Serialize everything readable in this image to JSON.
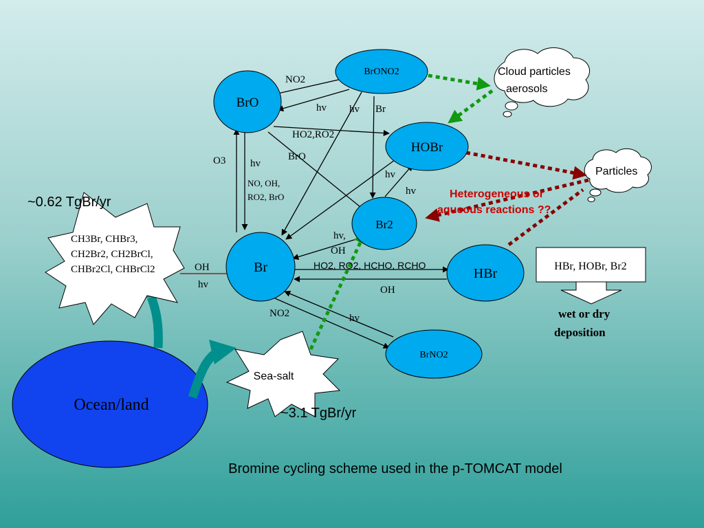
{
  "nodes": {
    "bro": "BrO",
    "brono2": "BrONO2",
    "hobr": "HOBr",
    "br2": "Br2",
    "br": "Br",
    "hbr": "HBr",
    "brno2": "BrNO2",
    "ocean": "Ocean/land",
    "seasalt": "Sea-salt",
    "organics": [
      "CH3Br, CHBr3,",
      "CH2Br2, CH2BrCl,",
      "CHBr2Cl, CHBrCl2"
    ]
  },
  "clouds": {
    "cloud_particles": [
      "Cloud particles",
      "aerosols"
    ],
    "particles": "Particles"
  },
  "labels": {
    "no2_top": "NO2",
    "hv_bro_back": "hv",
    "hv_brono2": "hv",
    "br_brono2": "Br",
    "ho2ro2": "HO2,RO2",
    "bro_react": "BrO",
    "o3": "O3",
    "hv_bro_br": "hv",
    "no_oh_list": [
      "NO, OH,",
      "RO2, BrO"
    ],
    "hv_hobr_left": "hv",
    "hv_hobr_right": "hv",
    "hv_oh_br2": [
      "hv,",
      "OH"
    ],
    "oh_organics": "OH",
    "hv_organics": "hv",
    "ho2_list": "HO2, RO2, HCHO, RCHO",
    "oh_hbr": "OH",
    "no2_bottom": "NO2",
    "hv_brno2": "hv"
  },
  "heterogeneous": [
    "Heterogeneous or",
    "aqueous reactions ??"
  ],
  "deposition_box": "HBr, HOBr, Br2",
  "deposition_label": [
    "wet or dry",
    "deposition"
  ],
  "flux_organics": "~0.62 TgBr/yr",
  "flux_seasalt": "~3.1 TgBr/yr",
  "caption": "Bromine cycling scheme used in the p-TOMCAT model",
  "colors": {
    "node_fill": "#00aaee",
    "ocean_fill": "#1144ee",
    "arrow_green": "#119911",
    "arrow_darkred": "#880000",
    "hetero_text": "#cc0000",
    "teal_arrow": "#008f8c"
  }
}
